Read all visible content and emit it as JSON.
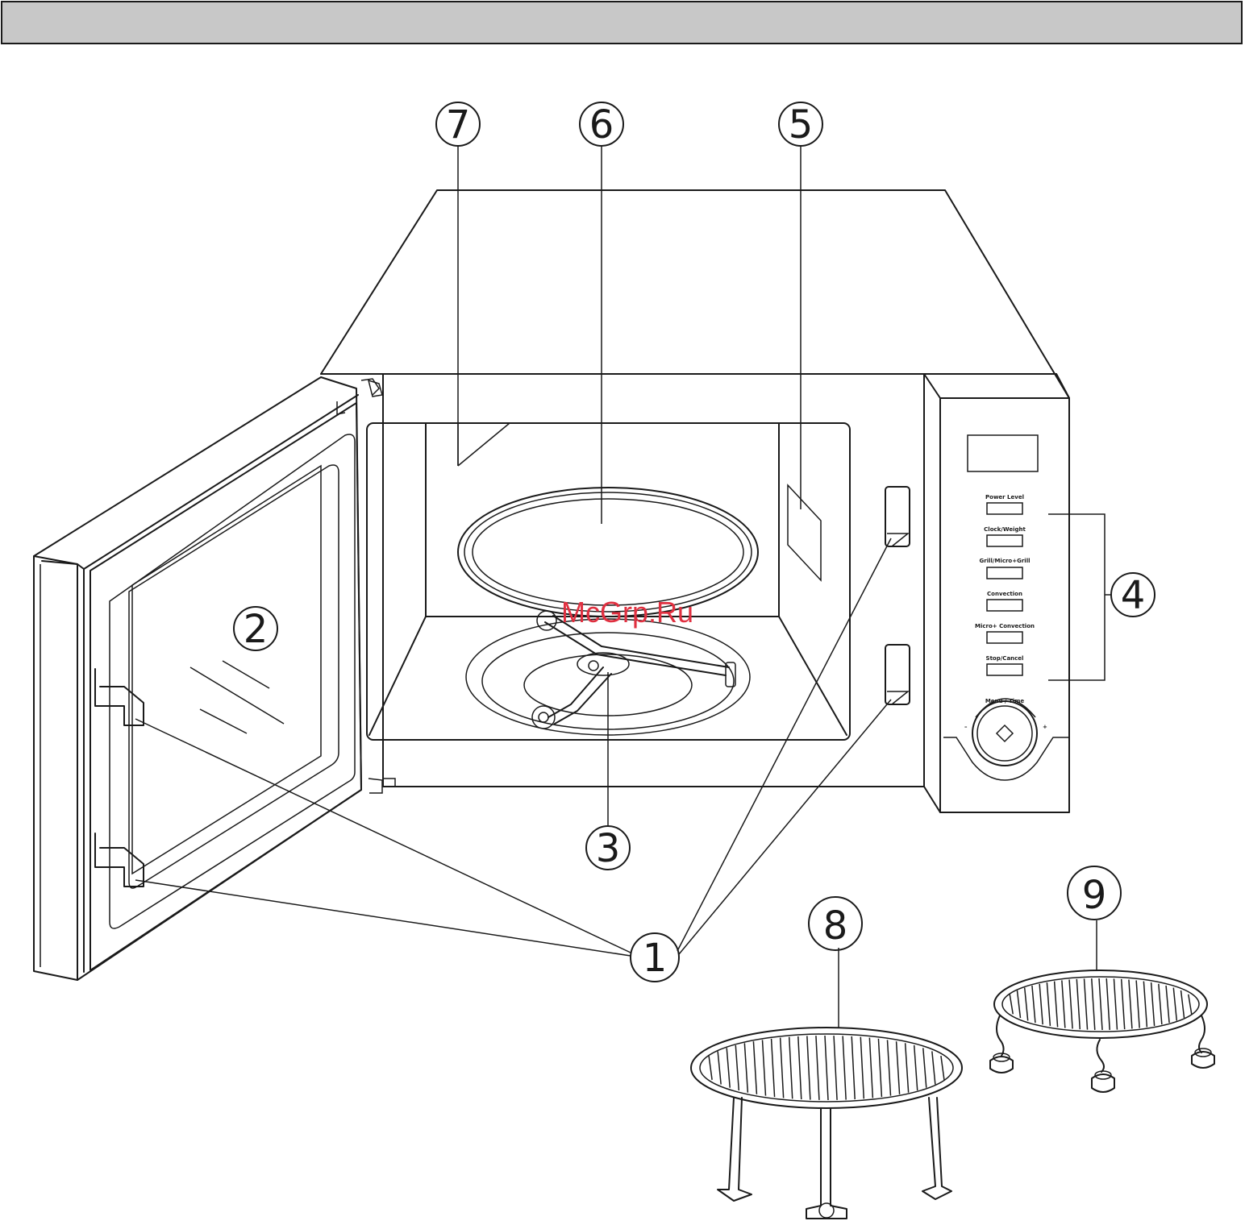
{
  "callouts": [
    {
      "id": "1",
      "label": "1"
    },
    {
      "id": "2",
      "label": "2"
    },
    {
      "id": "3",
      "label": "3"
    },
    {
      "id": "4",
      "label": "4"
    },
    {
      "id": "5",
      "label": "5"
    },
    {
      "id": "6",
      "label": "6"
    },
    {
      "id": "7",
      "label": "7"
    },
    {
      "id": "8",
      "label": "8"
    },
    {
      "id": "9",
      "label": "9"
    }
  ],
  "control_panel": {
    "buttons": [
      "Power Level",
      "Clock/Weight",
      "Grill/Micro+Grill",
      "Convection",
      "Micro+ Convection",
      "Stop/Cancel"
    ],
    "dial_label": "Menu / Time",
    "dial_minus": "–",
    "dial_plus": "+"
  },
  "watermark": "McGrp.Ru"
}
